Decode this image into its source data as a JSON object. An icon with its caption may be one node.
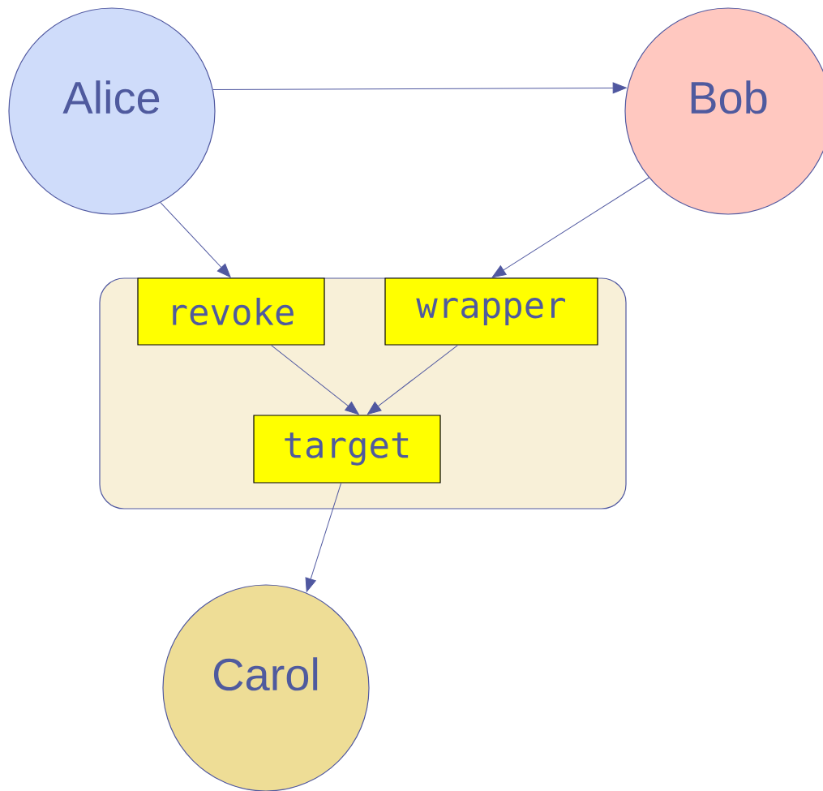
{
  "diagram": {
    "nodes": [
      {
        "text": [
          "Alice"
        ]
      },
      {
        "text": [
          "Bob"
        ]
      },
      {
        "text": [],
        "shape": "box"
      },
      {
        "text": [
          "revoke"
        ],
        "in": 2
      },
      {
        "text": [
          "wrapper"
        ],
        "in": 2
      },
      {
        "text": [
          "target"
        ],
        "in": 2
      },
      {
        "text": [
          "Carol"
        ]
      }
    ],
    "edges": [
      {
        "from": 0,
        "to": 1,
        "arrow": "to"
      },
      {
        "from": 0,
        "to": 3,
        "arrow": "to"
      },
      {
        "from": 1,
        "to": 4,
        "arrow": "to"
      },
      {
        "from": 3,
        "to": 5,
        "arrow": "to"
      },
      {
        "from": 4,
        "to": 5,
        "arrow": "to"
      },
      {
        "from": 5,
        "to": 6,
        "arrow": "to"
      }
    ]
  }
}
